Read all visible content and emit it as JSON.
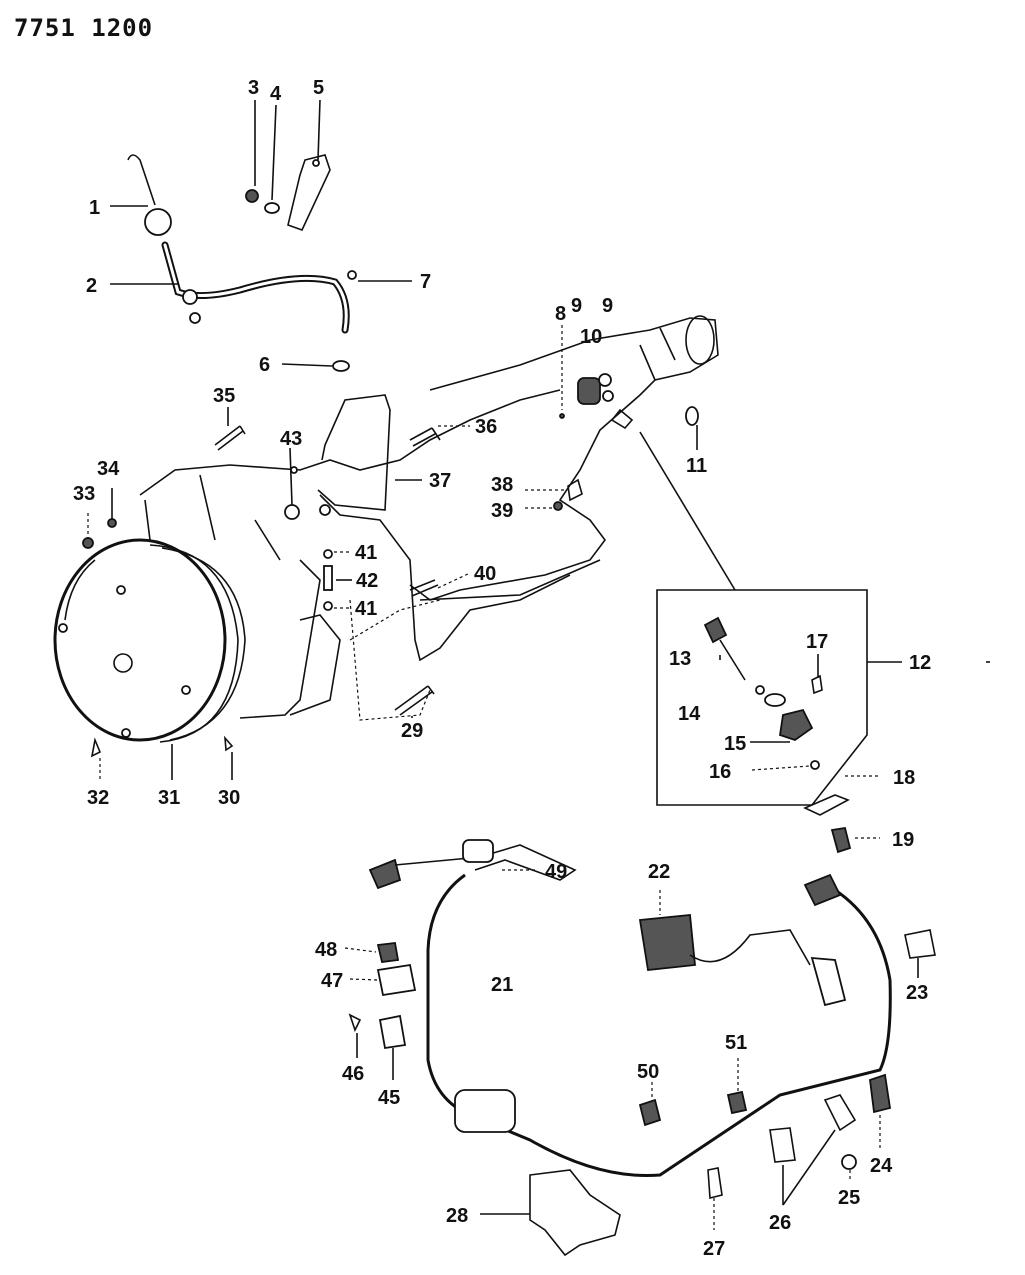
{
  "page_code": "7751 1200",
  "callouts": [
    "1",
    "2",
    "3",
    "4",
    "5",
    "6",
    "7",
    "8",
    "9",
    "9",
    "10",
    "11",
    "12",
    "13",
    "14",
    "15",
    "16",
    "17",
    "18",
    "19",
    "21",
    "22",
    "23",
    "24",
    "25",
    "26",
    "27",
    "28",
    "29",
    "30",
    "31",
    "32",
    "33",
    "34",
    "35",
    "36",
    "37",
    "38",
    "39",
    "40",
    "41",
    "41",
    "42",
    "43",
    "45",
    "46",
    "47",
    "48",
    "49",
    "50",
    "51"
  ]
}
